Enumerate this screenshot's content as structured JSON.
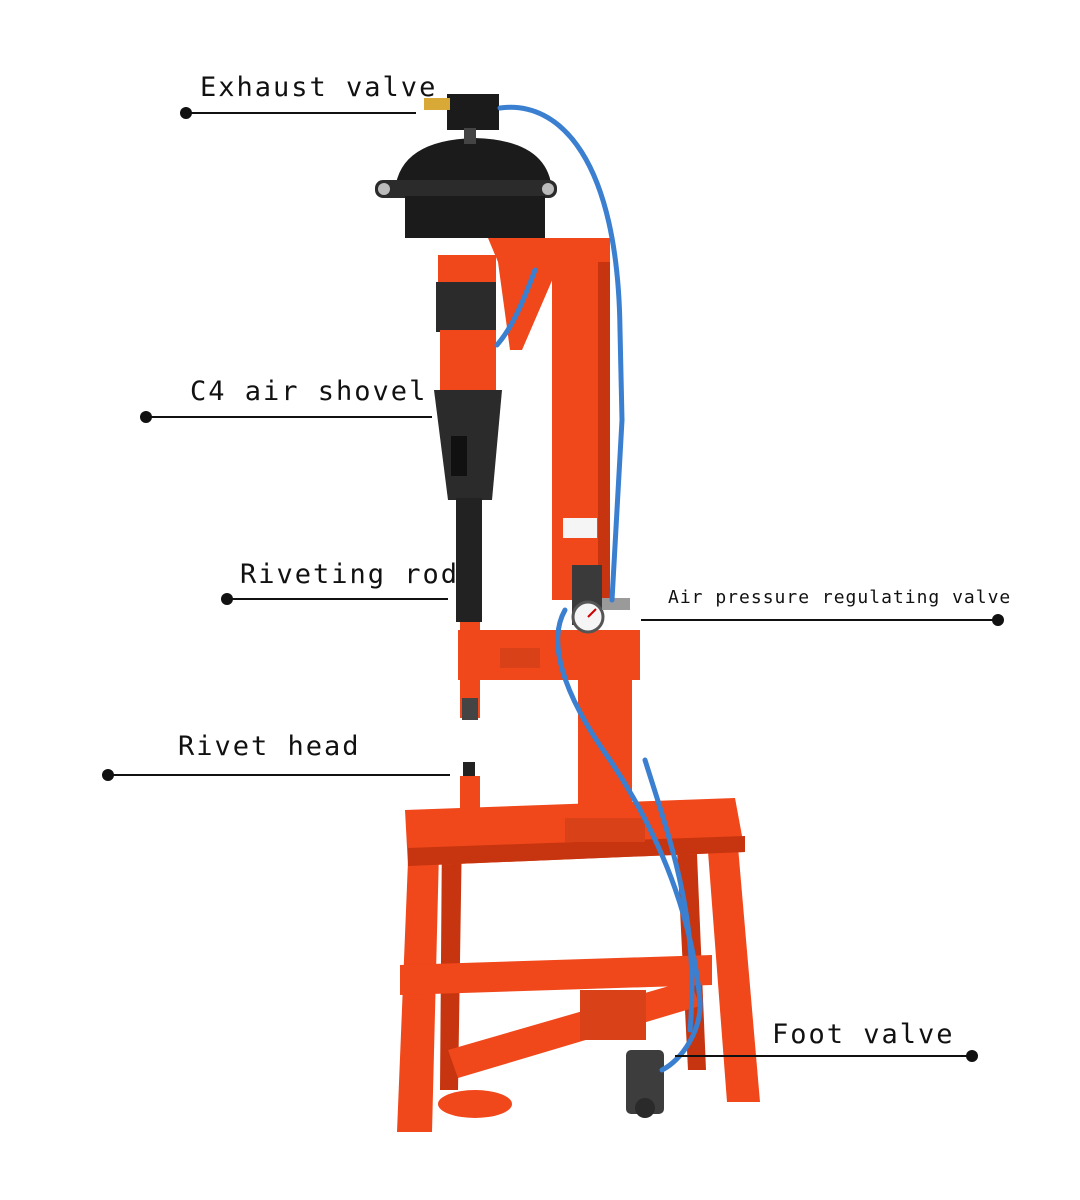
{
  "labels": {
    "exhaust_valve": "Exhaust valve",
    "air_shovel": "C4 air shovel",
    "riveting_rod": "Riveting rod",
    "rivet_head": "Rivet head",
    "air_pressure_valve": "Air pressure regulating valve",
    "foot_valve": "Foot valve"
  },
  "colors": {
    "frame": "#f0471b",
    "frame_dark": "#c6350f",
    "black_part": "#1b1b1b",
    "hose": "#3a7fd0",
    "callout_line": "#111111",
    "label_text": "#111111"
  }
}
